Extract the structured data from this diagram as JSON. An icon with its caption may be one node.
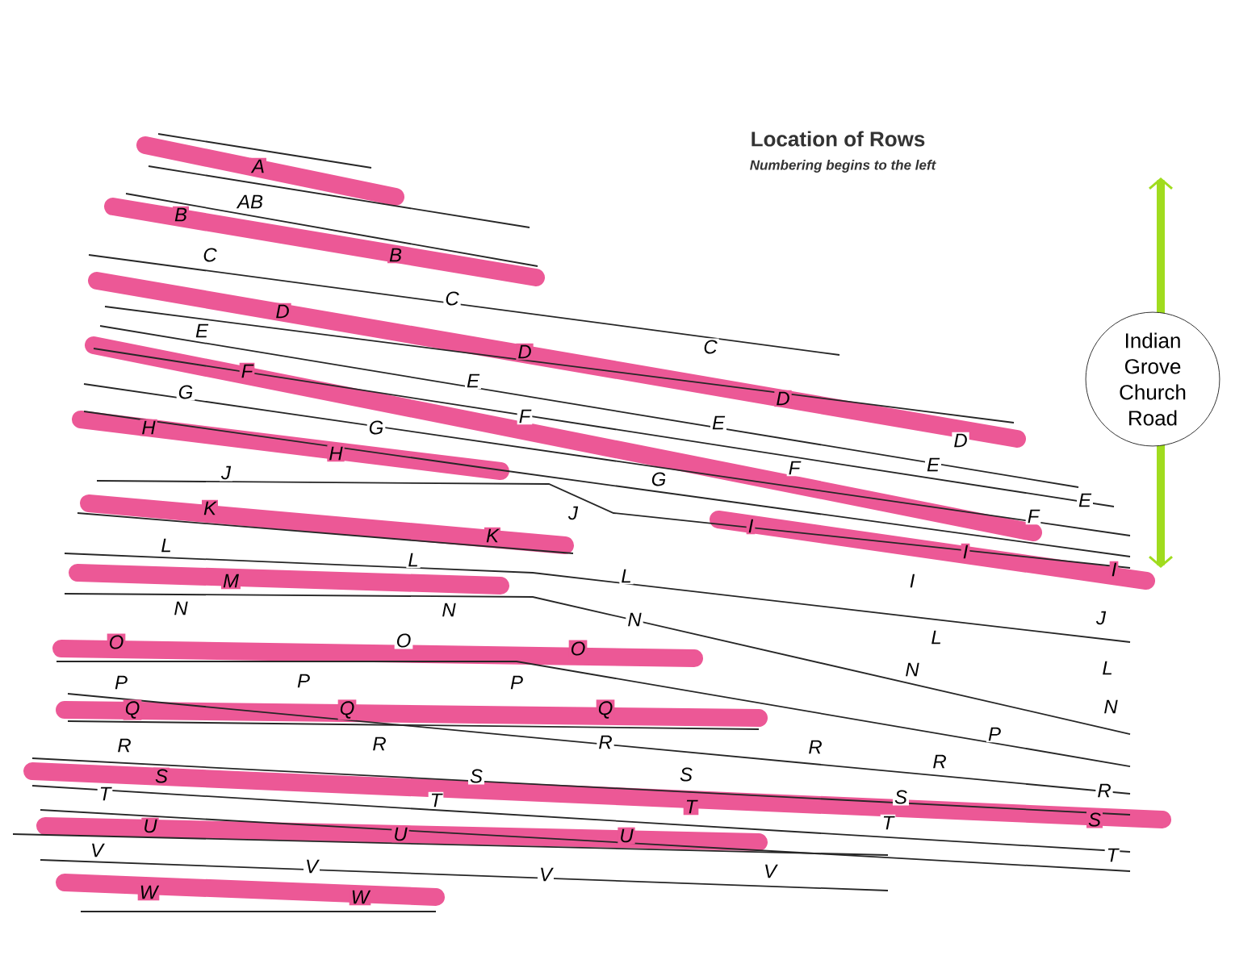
{
  "diagram": {
    "title": "Location of Rows",
    "nodes": [
      {
        "text": [
          "Indian Grove Church Road"
        ]
      }
    ],
    "labels": [
      "A",
      "Numbering begins to the left",
      "AB",
      "B",
      "C",
      "B",
      "C",
      "C",
      "D",
      "D",
      "D",
      "D",
      "E",
      "E",
      "E",
      "E",
      "E",
      "F",
      "F",
      "F",
      "F",
      "G",
      "G",
      "G",
      "H",
      "H",
      "J",
      "J",
      "I",
      "I",
      "I",
      "K",
      "K",
      "L",
      "L",
      "L",
      "I",
      "J",
      "M",
      "N",
      "N",
      "N",
      "L",
      "L",
      "O",
      "O",
      "O",
      "N",
      "N",
      "P",
      "P",
      "P",
      "P",
      "Q",
      "Q",
      "Q",
      "R",
      "R",
      "R",
      "R",
      "R",
      "R",
      "S",
      "S",
      "S",
      "S",
      "S",
      "T",
      "T",
      "T",
      "T",
      "T",
      "U",
      "U",
      "U",
      "V",
      "V",
      "V",
      "V",
      "W",
      "W"
    ]
  }
}
